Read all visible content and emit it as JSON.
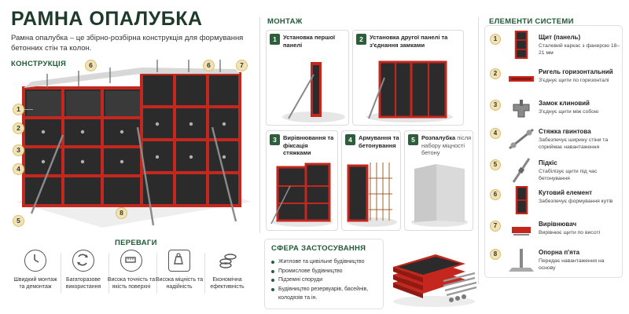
{
  "header": {
    "title": "РАМНА ОПАЛУБКА",
    "description": "Рамна опалубка – це збірно-розбірна конструкція для формування бетонних стін та колон."
  },
  "sections": {
    "construction": "КОНСТРУКЦІЯ",
    "montage": "МОНТАЖ",
    "elements": "ЕЛЕМЕНТИ СИСТЕМИ",
    "advantages": "ПЕРЕВАГИ",
    "application": "СФЕРА ЗАСТОСУВАННЯ"
  },
  "construction_markers": [
    "1",
    "2",
    "3",
    "4",
    "5",
    "6",
    "6",
    "7",
    "8"
  ],
  "montage_steps": [
    {
      "num": "1",
      "title": "Установка першої панелі",
      "note": ""
    },
    {
      "num": "2",
      "title": "Установка другої панелі та з'єднання замками",
      "note": ""
    },
    {
      "num": "3",
      "title": "Вирівнювання та фіксація стяжками",
      "note": ""
    },
    {
      "num": "4",
      "title": "Армування та бетонування",
      "note": ""
    },
    {
      "num": "5",
      "title": "Розпалубка",
      "note": "після набору міцності бетону"
    }
  ],
  "elements": [
    {
      "num": "1",
      "name": "Щит (панель)",
      "desc": "Сталевий каркас з фанерою 18–21 мм",
      "icon": "panel-icon"
    },
    {
      "num": "2",
      "name": "Ригель горизонтальний",
      "desc": "З'єднує щити по горизонталі",
      "icon": "beam-icon"
    },
    {
      "num": "3",
      "name": "Замок клиновий",
      "desc": "З'єднує щити між собою",
      "icon": "clamp-icon"
    },
    {
      "num": "4",
      "name": "Стяжка гвинтова",
      "desc": "Забезпечує ширину стіни та сприймає навантаження",
      "icon": "tie-rod-icon"
    },
    {
      "num": "5",
      "name": "Підкіс",
      "desc": "Стабілізує щити під час бетонування",
      "icon": "prop-icon"
    },
    {
      "num": "6",
      "name": "Кутовий елемент",
      "desc": "Забезпечує формування кутів",
      "icon": "corner-icon"
    },
    {
      "num": "7",
      "name": "Вирівнювач",
      "desc": "Вирівнює щити по висоті",
      "icon": "aligner-icon"
    },
    {
      "num": "8",
      "name": "Опорна п'ята",
      "desc": "Передає навантаження на основу",
      "icon": "base-plate-icon"
    }
  ],
  "advantages": [
    {
      "label": "Швидкий монтаж та демонтаж",
      "icon": "clock-icon"
    },
    {
      "label": "Багаторазове використання",
      "icon": "recycle-icon"
    },
    {
      "label": "Висока точність та якість поверхні",
      "icon": "ruler-icon"
    },
    {
      "label": "Висока міцність та надійність",
      "icon": "weight-icon"
    },
    {
      "label": "Економічна ефективність",
      "icon": "coins-icon"
    }
  ],
  "application": [
    "Житлове та цивільне будівництво",
    "Промислове будівництво",
    "Підземні споруди",
    "Будівництво резервуарів, басейнів, колодязів та ін."
  ],
  "colors": {
    "title": "#1e3a2a",
    "accent_green": "#2a5f3a",
    "frame_red": "#c4271d",
    "plywood": "#2b2b2b",
    "marker": "#f2e3b4"
  }
}
